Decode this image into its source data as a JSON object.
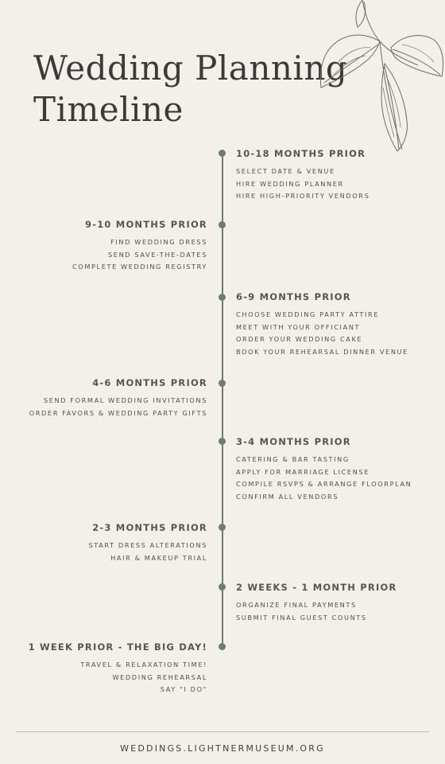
{
  "title": {
    "line1": "Wedding Planning",
    "line2": "Timeline"
  },
  "timeline": [
    {
      "heading": "10-18 MONTHS PRIOR",
      "items": [
        "SELECT DATE & VENUE",
        "HIRE WEDDING PLANNER",
        "HIRE HIGH-PRIORITY VENDORS"
      ]
    },
    {
      "heading": "9-10 MONTHS PRIOR",
      "items": [
        "FIND WEDDING DRESS",
        "SEND SAVE-THE-DATES",
        "COMPLETE WEDDING REGISTRY"
      ]
    },
    {
      "heading": "6-9 MONTHS PRIOR",
      "items": [
        "CHOOSE WEDDING PARTY ATTIRE",
        "MEET WITH YOUR OFFICIANT",
        "ORDER YOUR WEDDING CAKE",
        "BOOK YOUR REHEARSAL DINNER VENUE"
      ]
    },
    {
      "heading": "4-6 MONTHS PRIOR",
      "items": [
        "SEND FORMAL WEDDING INVITATIONS",
        "ORDER FAVORS & WEDDING PARTY GIFTS"
      ]
    },
    {
      "heading": "3-4 MONTHS PRIOR",
      "items": [
        "CATERING & BAR TASTING",
        "APPLY FOR MARRIAGE LICENSE",
        "COMPILE RSVPS & ARRANGE FLOORPLAN",
        "CONFIRM ALL VENDORS"
      ]
    },
    {
      "heading": "2-3 MONTHS PRIOR",
      "items": [
        "START DRESS ALTERATIONS",
        "HAIR & MAKEUP TRIAL"
      ]
    },
    {
      "heading": "2 WEEKS - 1 MONTH PRIOR",
      "items": [
        "ORGANIZE FINAL PAYMENTS",
        "SUBMIT FINAL GUEST COUNTS"
      ]
    },
    {
      "heading": "1 WEEK PRIOR - THE BIG DAY!",
      "items": [
        "TRAVEL & RELAXATION TIME!",
        "WEDDING REHEARSAL",
        "SAY \"I DO\""
      ]
    }
  ],
  "footer": "WEDDINGS.LIGHTNERMUSEUM.ORG",
  "colors": {
    "background": "#f3f0ea",
    "accent": "#6e7d74",
    "text": "#4a4a48"
  },
  "icons": {
    "decoration": "leaf-illustration"
  }
}
